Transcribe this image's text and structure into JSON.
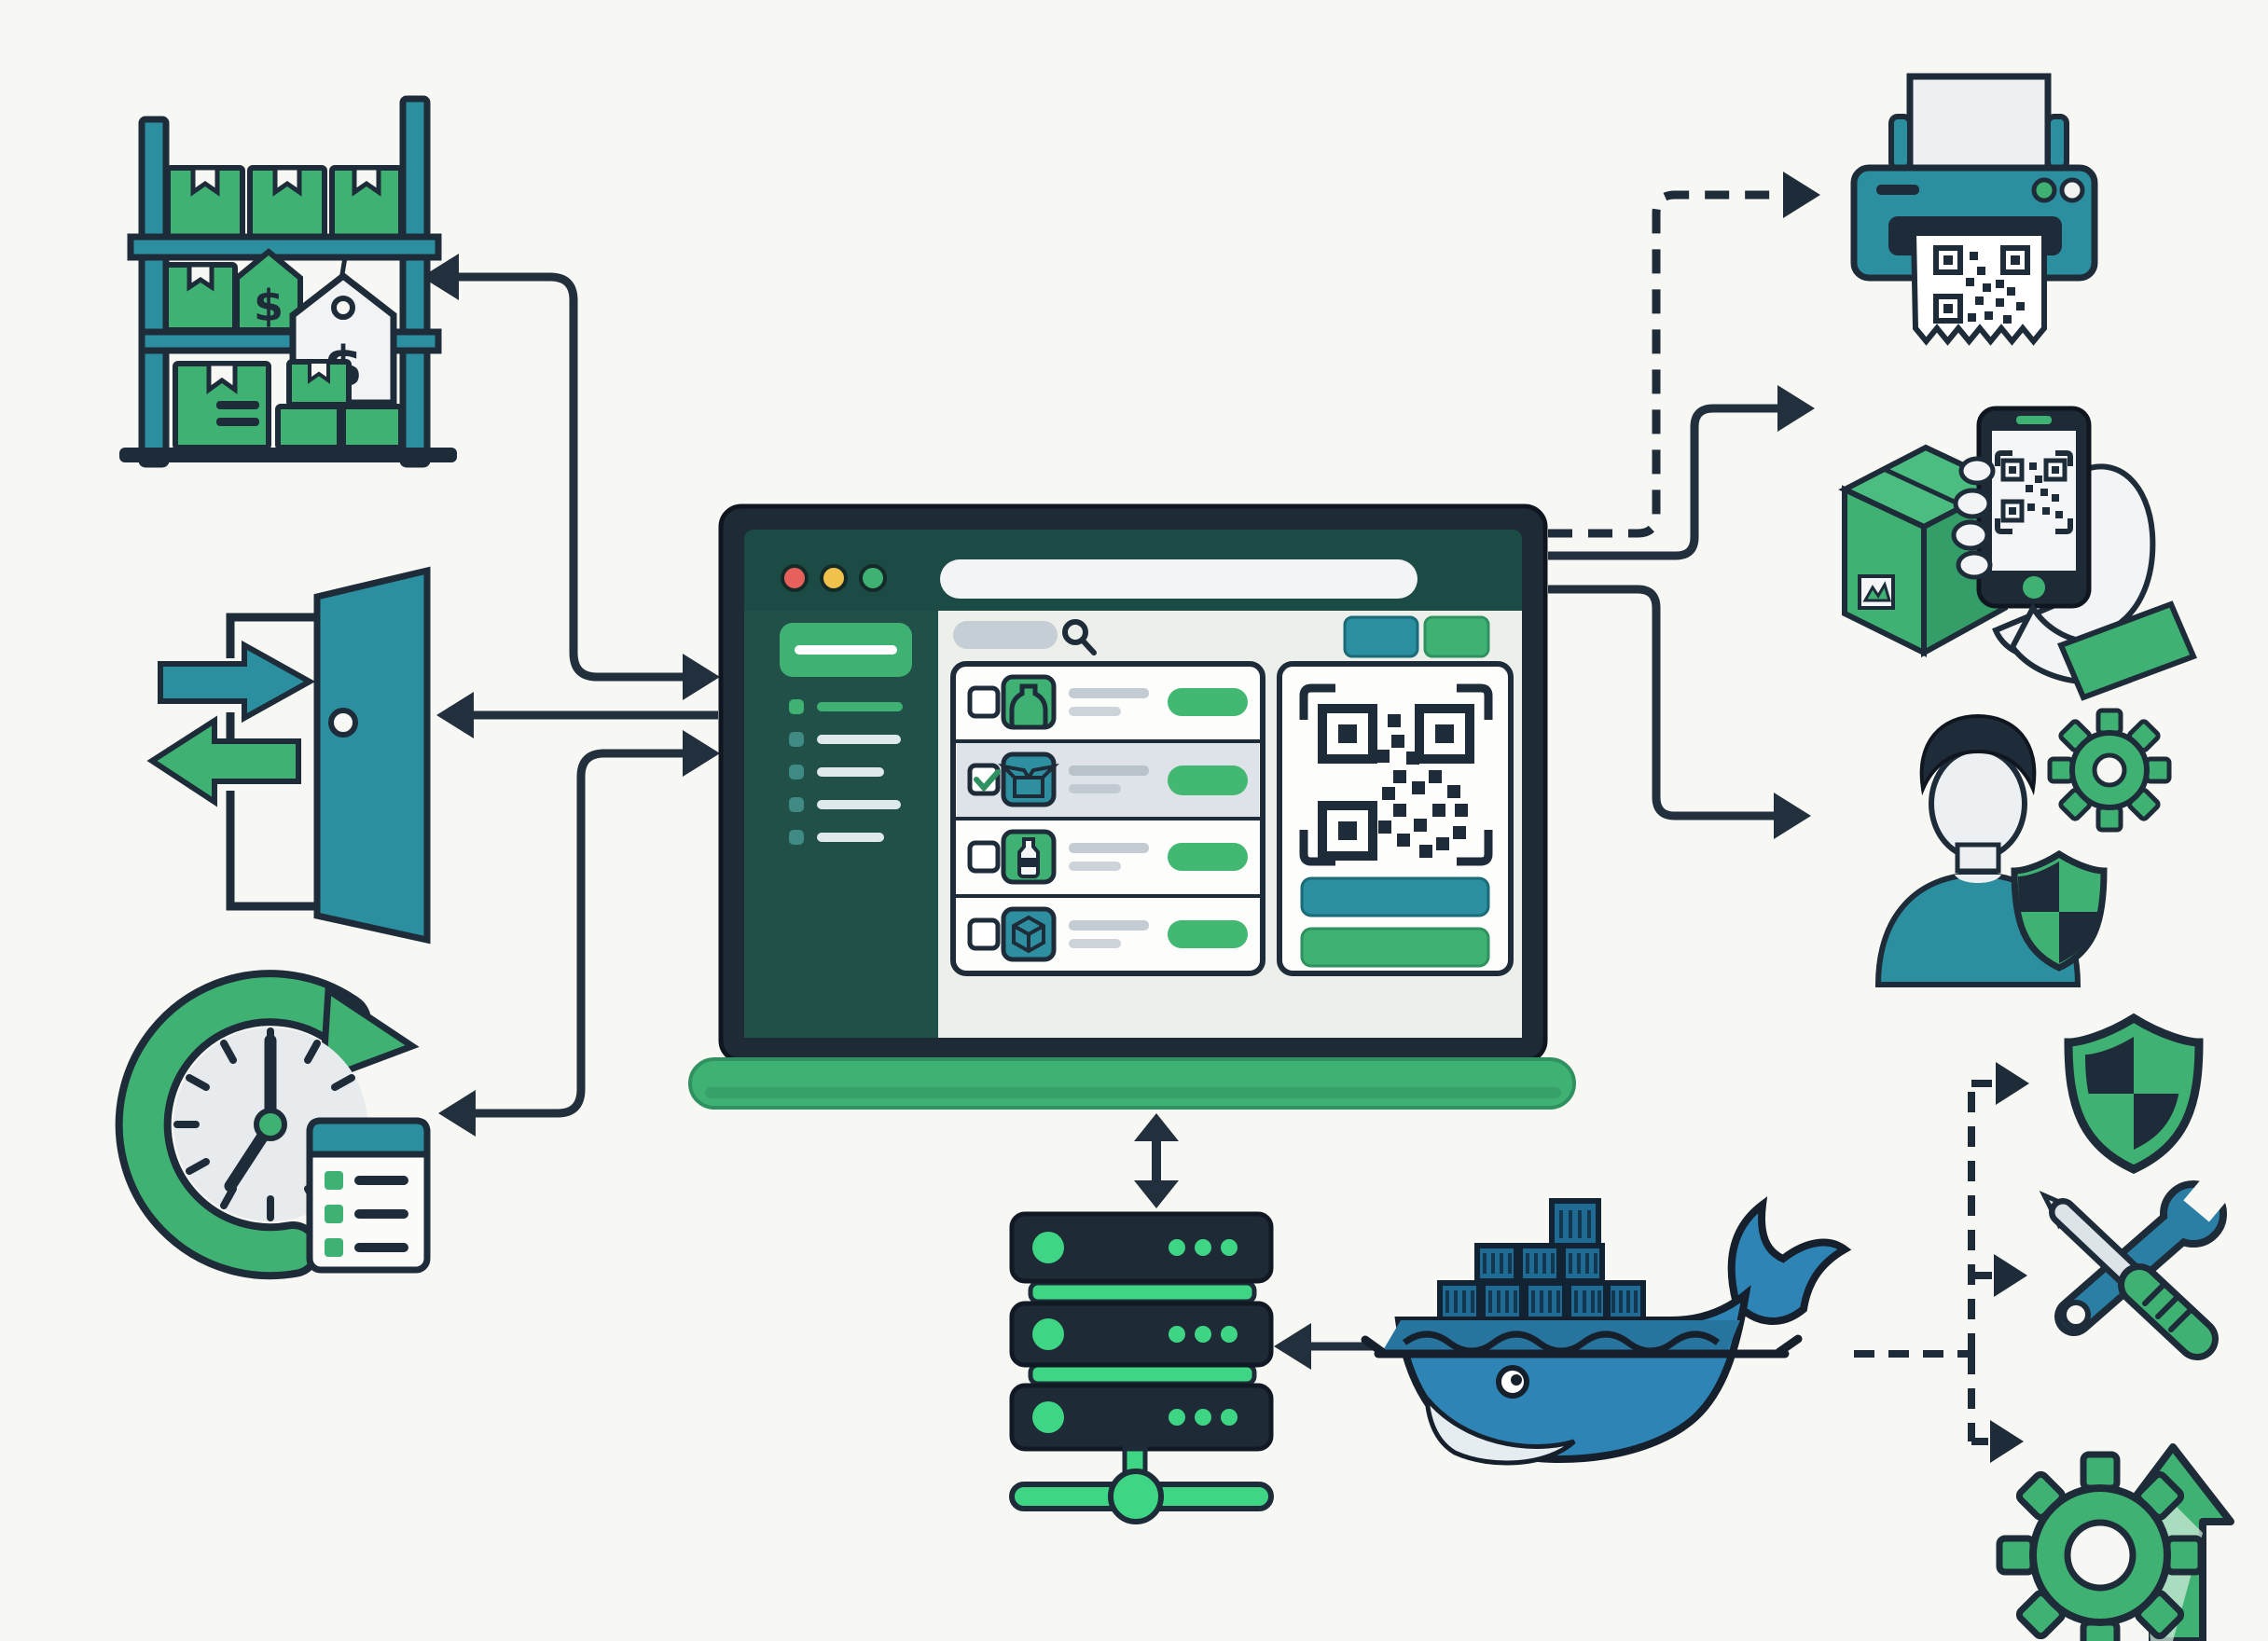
{
  "page": {
    "title": "Inventory management system overview diagram"
  },
  "colors": {
    "bg": "#f7f8f3",
    "outline": "#1e2b39",
    "outline-deep": "#10161f",
    "green": "#3fb273",
    "green-bright": "#3ed584",
    "green-dark": "#2f9160",
    "teal": "#2b8fa0",
    "whale-blue": "#2e85b5",
    "container-blue": "#1f6b94",
    "chrome": "#1c4a44",
    "sidebar": "#215049",
    "screen-bg": "#edf0ea",
    "panel-white": "#fdfdfb",
    "gray-pill": "#c6ced5",
    "row-highlight": "#dde3e9",
    "light-red": "#e8605c",
    "light-yellow": "#f0c24b"
  },
  "labels": {
    "price_tag_small": "$",
    "price_tag_large": "$"
  },
  "laptop_app": {
    "browser": {
      "traffic_lights": [
        "red",
        "yellow",
        "green"
      ],
      "url_bar_value": "",
      "url_bar_placeholder": ""
    },
    "sidebar": {
      "active_buttons": 1,
      "menu_item_count": 5
    },
    "toolbar": {
      "search_value": "",
      "buttons": [
        "teal-action",
        "green-action"
      ]
    },
    "product_list": {
      "rows": [
        {
          "icon": "bottle",
          "tile_color": "green",
          "checked": false,
          "action": "green-pill"
        },
        {
          "icon": "open-box",
          "tile_color": "teal",
          "checked": true,
          "action": "green-pill"
        },
        {
          "icon": "milk-bottle",
          "tile_color": "green",
          "checked": false,
          "action": "green-pill"
        },
        {
          "icon": "cube",
          "tile_color": "teal",
          "checked": false,
          "action": "green-pill"
        }
      ]
    },
    "qr_panel": {
      "content": "qr-code",
      "buttons": [
        "teal-action",
        "green-action"
      ]
    }
  },
  "nodes": [
    {
      "id": "warehouse-shelf",
      "meaning": "stock shelves with boxes and price tags",
      "position": "top-left"
    },
    {
      "id": "inbound-outbound-door",
      "meaning": "goods in / goods out",
      "position": "middle-left"
    },
    {
      "id": "history-log",
      "meaning": "history clock with log list",
      "position": "bottom-left"
    },
    {
      "id": "laptop-app",
      "meaning": "inventory web application",
      "position": "center"
    },
    {
      "id": "qr-printer",
      "meaning": "printer printing QR label",
      "position": "top-right"
    },
    {
      "id": "phone-scan",
      "meaning": "smartphone scanning QR on parcel",
      "position": "right"
    },
    {
      "id": "user-admin",
      "meaning": "user with settings gear and shield",
      "position": "right"
    },
    {
      "id": "security-shield",
      "meaning": "security",
      "position": "bottom-right"
    },
    {
      "id": "maintenance-tools",
      "meaning": "maintenance tools",
      "position": "bottom-right"
    },
    {
      "id": "update-gear",
      "meaning": "updates / upgrade gear with arrow",
      "position": "bottom-right"
    },
    {
      "id": "server-rack",
      "meaning": "self-hosted server",
      "position": "bottom-center"
    },
    {
      "id": "docker-whale",
      "meaning": "Docker container deployment",
      "position": "bottom-center-right"
    }
  ],
  "connectors": [
    {
      "from": "laptop-app",
      "to": "warehouse-shelf",
      "style": "solid",
      "arrowheads": "both"
    },
    {
      "from": "laptop-app",
      "to": "inbound-outbound-door",
      "style": "solid",
      "arrowheads": "end"
    },
    {
      "from": "laptop-app",
      "to": "history-log",
      "style": "solid",
      "arrowheads": "both"
    },
    {
      "from": "laptop-app",
      "to": "qr-printer",
      "style": "dashed",
      "arrowheads": "end"
    },
    {
      "from": "laptop-app",
      "to": "phone-scan",
      "style": "solid",
      "arrowheads": "end"
    },
    {
      "from": "laptop-app",
      "to": "user-admin",
      "style": "solid",
      "arrowheads": "end"
    },
    {
      "from": "laptop-app",
      "to": "server-rack",
      "style": "solid",
      "arrowheads": "both"
    },
    {
      "from": "docker-whale",
      "to": "server-rack",
      "style": "solid",
      "arrowheads": "end"
    },
    {
      "from": "docker-whale",
      "to": "security-shield",
      "style": "dashed",
      "arrowheads": "end"
    },
    {
      "from": "docker-whale",
      "to": "maintenance-tools",
      "style": "dashed",
      "arrowheads": "end"
    },
    {
      "from": "docker-whale",
      "to": "update-gear",
      "style": "dashed",
      "arrowheads": "end"
    }
  ]
}
